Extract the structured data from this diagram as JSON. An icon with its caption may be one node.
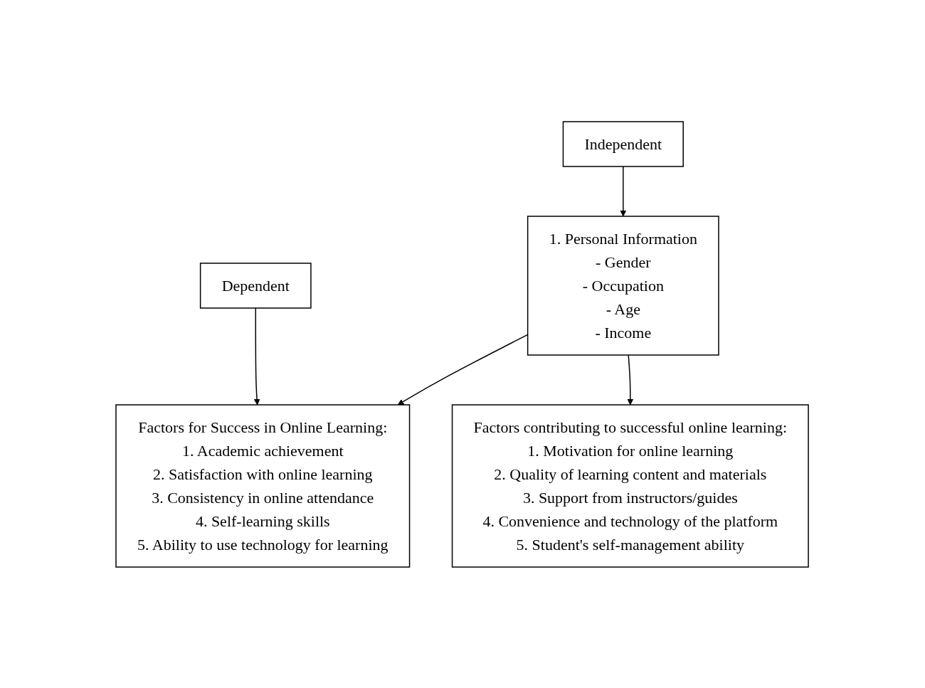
{
  "diagram": {
    "nodes": [
      {
        "text": [
          "Independent"
        ]
      },
      {
        "text": [
          "Dependent"
        ]
      },
      {
        "text": [
          "1. Personal Information",
          "- Gender",
          "- Occupation",
          "- Age",
          "- Income"
        ]
      },
      {
        "text": [
          "Factors contributing to successful online learning:",
          "1. Motivation for online learning",
          "2. Quality of learning content and materials",
          "3. Support from instructors/guides",
          "4. Convenience and technology of the platform",
          "5. Student's self-management ability"
        ]
      },
      {
        "text": [
          "Factors for Success in Online Learning:",
          "1. Academic achievement",
          "2. Satisfaction with online learning",
          "3. Consistency in online attendance",
          "4. Self-learning skills",
          "5. Ability to use technology for learning"
        ]
      }
    ],
    "edges": [
      {
        "from": 0,
        "to": 2,
        "arrow": "to"
      },
      {
        "from": 1,
        "to": 4,
        "arrow": "to"
      },
      {
        "from": 2,
        "to": 4,
        "arrow": "to"
      },
      {
        "from": 2,
        "to": 3,
        "arrow": "to"
      }
    ]
  }
}
